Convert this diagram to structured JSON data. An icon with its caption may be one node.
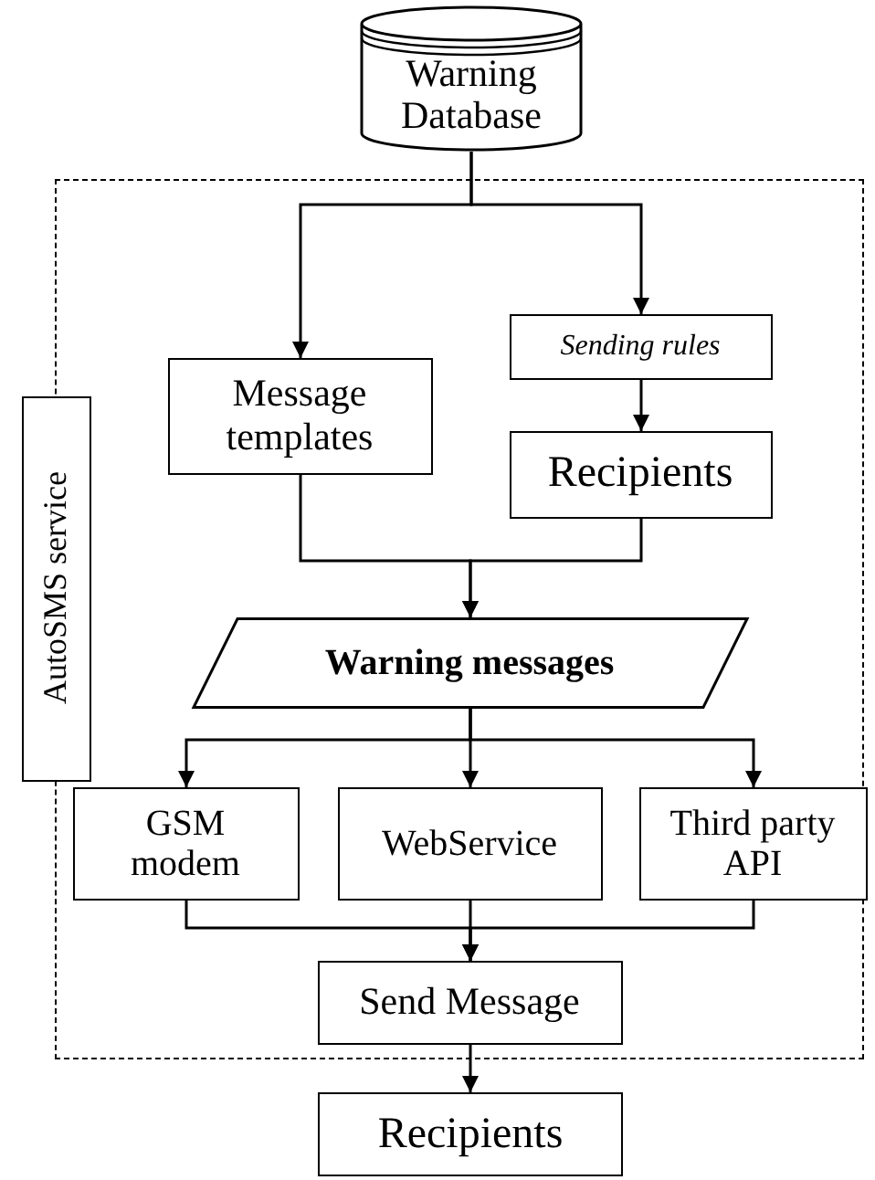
{
  "diagram": {
    "nodes": [
      {
        "text": [
          "Warning Database"
        ]
      },
      {
        "text": [],
        "shape": "box"
      },
      {
        "text": [
          "AutoSMS service"
        ],
        "in": 1
      },
      {
        "text": [
          "Message templates"
        ],
        "in": 1
      },
      {
        "text": [
          "Sending rules"
        ],
        "in": 1
      },
      {
        "text": [
          "Recipients"
        ],
        "in": 1
      },
      {
        "text": [
          "Warning messages"
        ],
        "in": 1
      },
      {
        "text": [
          "GSM modem"
        ],
        "in": 1
      },
      {
        "text": [
          "WebService"
        ],
        "in": 1
      },
      {
        "text": [
          "Third party API"
        ],
        "in": 1
      },
      {
        "text": [
          "Send Message"
        ],
        "in": 1
      },
      {
        "text": [
          "Recipients"
        ]
      }
    ],
    "edges": [
      {
        "from": 0,
        "to": 3,
        "arrow": "to"
      },
      {
        "from": 0,
        "to": 4,
        "arrow": "to"
      },
      {
        "from": 4,
        "to": 5,
        "arrow": "to"
      },
      {
        "from": 3,
        "to": 6,
        "arrow": "to"
      },
      {
        "from": 5,
        "to": 6,
        "arrow": "to"
      },
      {
        "from": 6,
        "to": 7,
        "arrow": "to"
      },
      {
        "from": 6,
        "to": 8,
        "arrow": "to"
      },
      {
        "from": 6,
        "to": 9,
        "arrow": "to"
      },
      {
        "from": 7,
        "to": 10,
        "arrow": "to"
      },
      {
        "from": 8,
        "to": 10,
        "arrow": "to"
      },
      {
        "from": 9,
        "to": 10,
        "arrow": "to"
      },
      {
        "from": 10,
        "to": 11,
        "arrow": "to"
      }
    ]
  }
}
